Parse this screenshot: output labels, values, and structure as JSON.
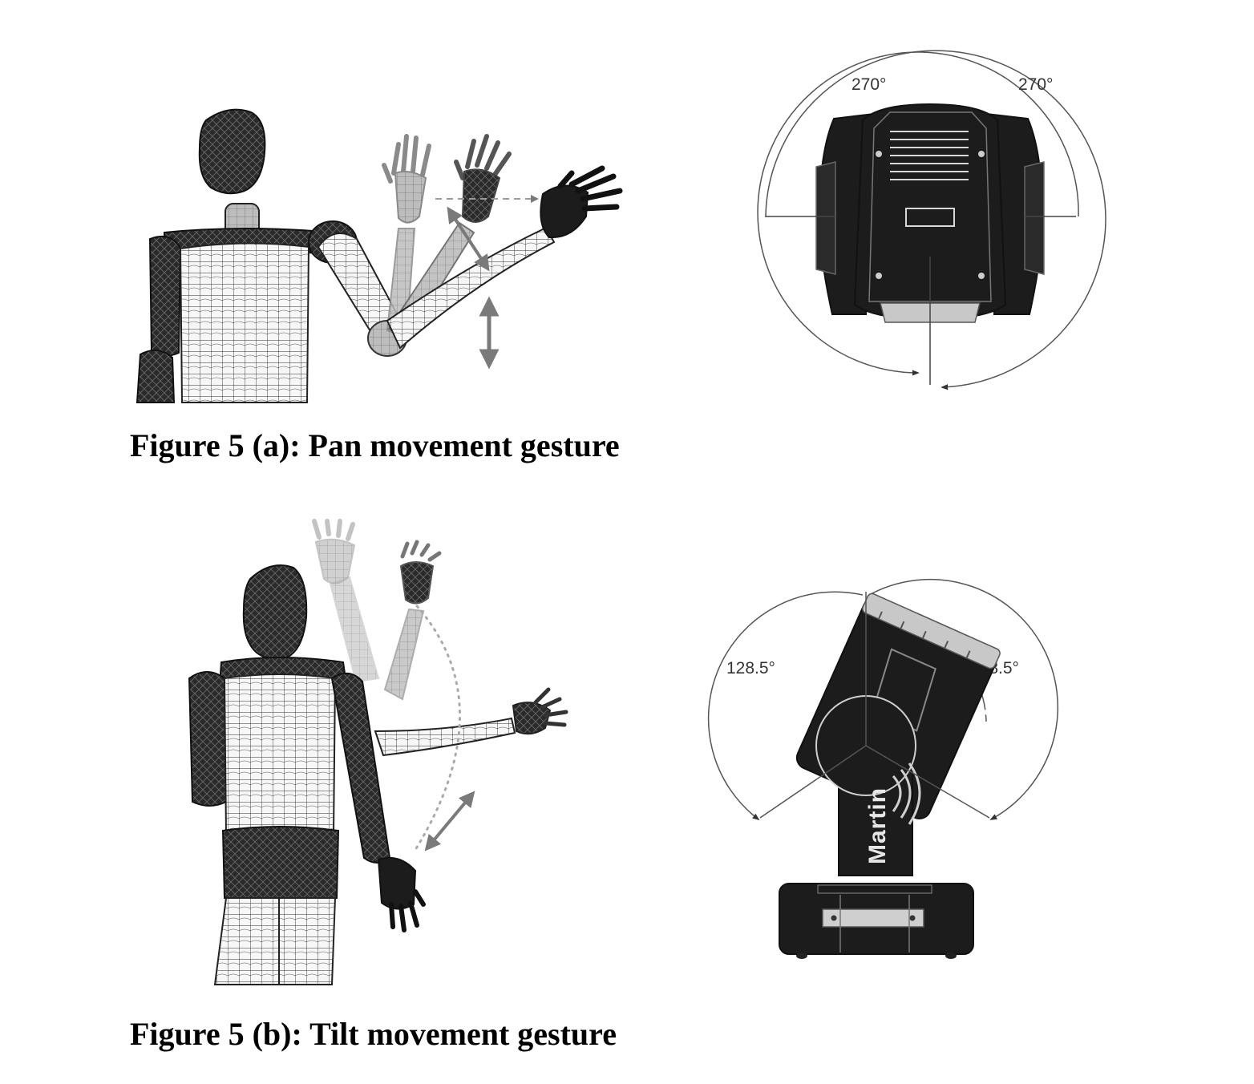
{
  "figure_a": {
    "caption": "Figure 5 (a): Pan movement gesture",
    "pan_angle_left": "270°",
    "pan_angle_right": "270°"
  },
  "figure_b": {
    "caption": "Figure 5 (b): Tilt movement gesture",
    "tilt_angle_left": "128.5°",
    "tilt_angle_right": "128.5°",
    "fixture_brand": "Martin"
  },
  "colors": {
    "figure_dark": "#1c1c1c",
    "mesh_light": "#f4f4f4",
    "mesh_line": "#333333",
    "arrow_gray": "#7a7a7a",
    "ghost_arm": "#9a9a9a"
  }
}
